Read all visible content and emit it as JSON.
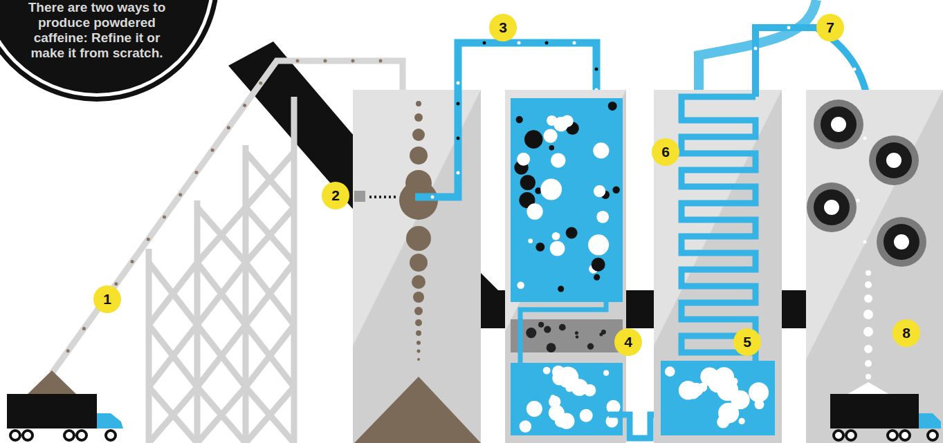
{
  "diagram": {
    "nodes": [
      {
        "text": [
          "There are two ways to produce powdered caffeine: Refine it or make it from scratch."
        ]
      }
    ],
    "labels": [
      "1",
      "2",
      "3",
      "4",
      "5",
      "6",
      "7",
      "8"
    ]
  }
}
